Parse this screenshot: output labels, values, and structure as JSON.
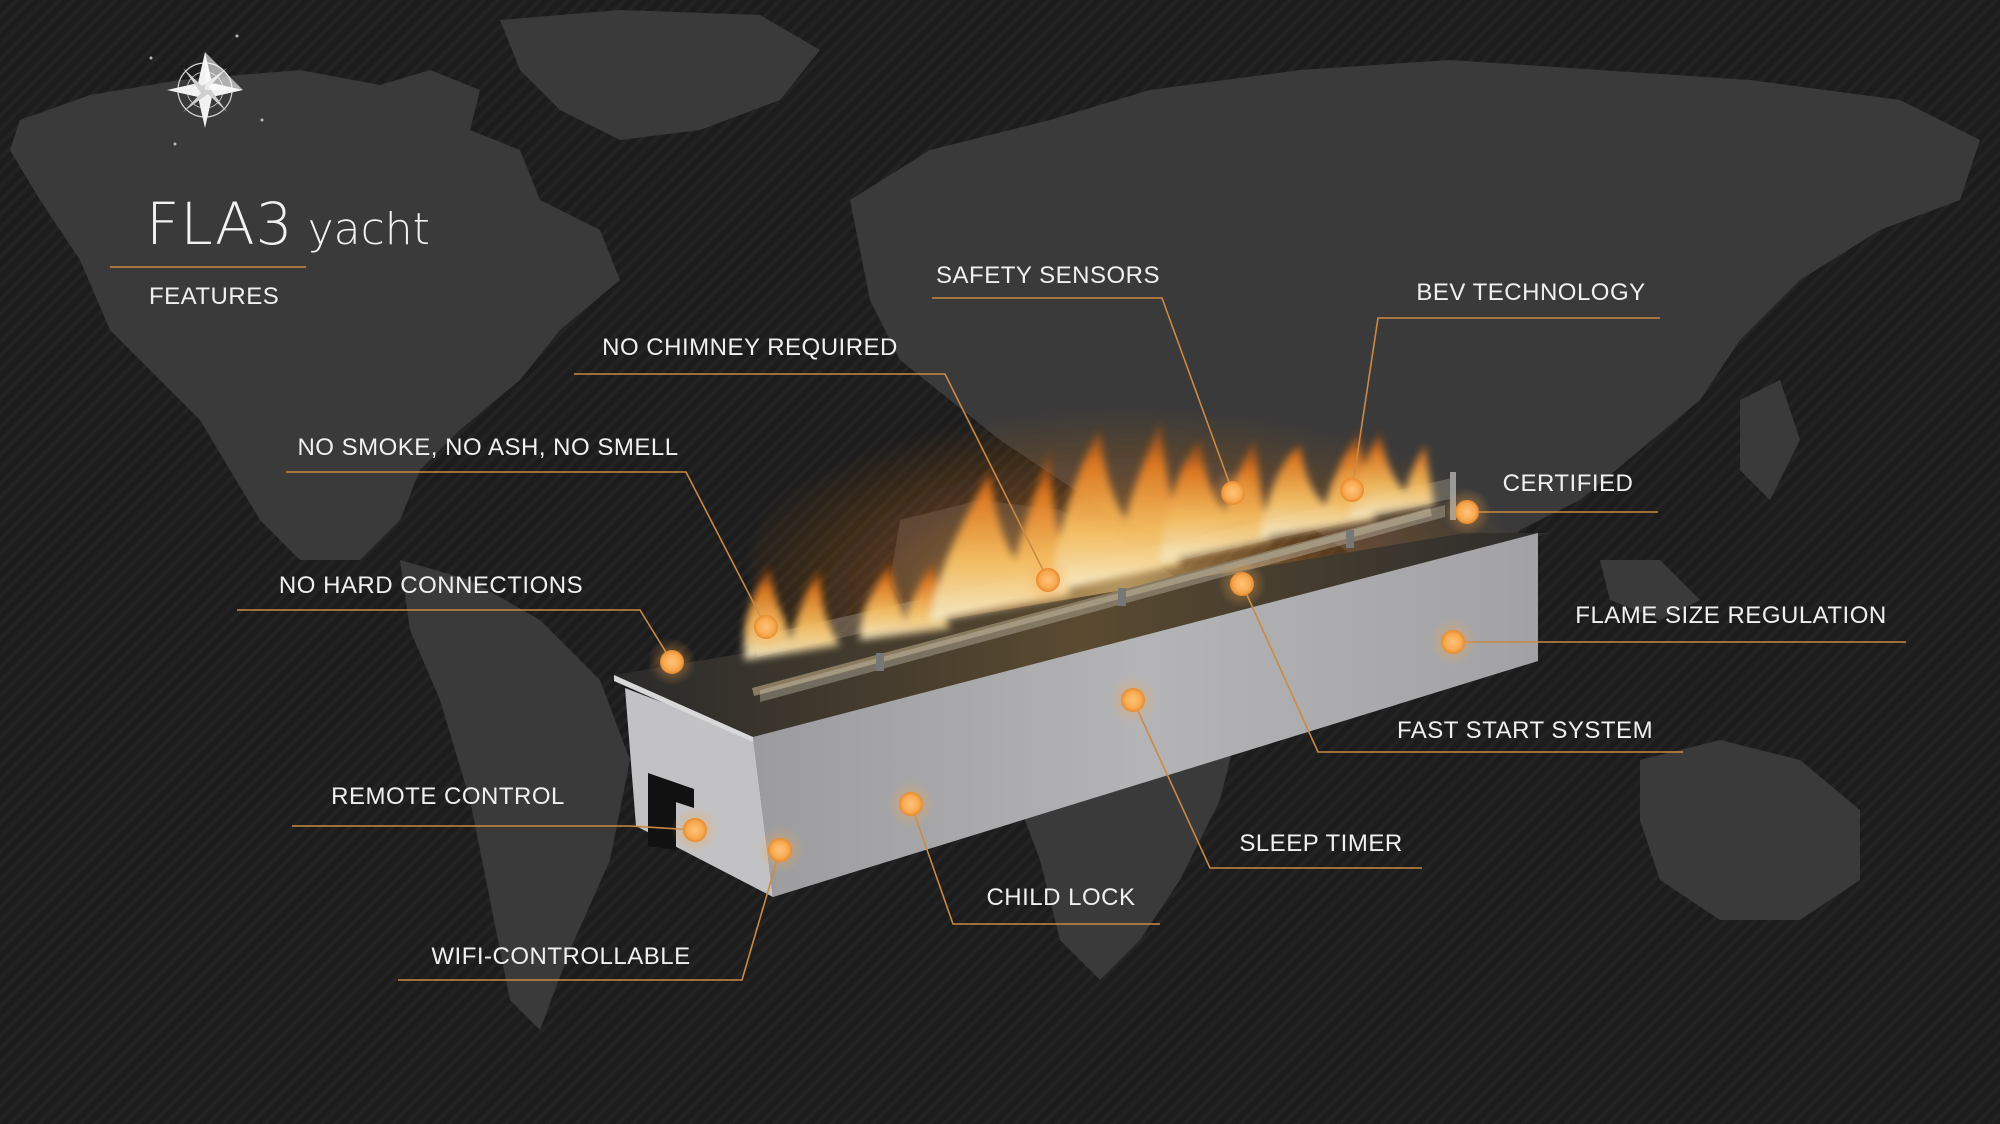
{
  "header": {
    "logo_icon": "compass-star-icon",
    "title": "FLA3",
    "title_suffix": "yacht",
    "subtitle": "FEATURES"
  },
  "colors": {
    "accent": "#f7a94f",
    "leader_line": "#c98a45",
    "background": "#1a1a1a",
    "map": "#3d3d3d",
    "steel": "#a9a9ab"
  },
  "features": [
    "SAFETY SENSORS",
    "BEV TECHNOLOGY",
    "NO CHIMNEY REQUIRED",
    "NO SMOKE, NO ASH, NO SMELL",
    "CERTIFIED",
    "NO HARD CONNECTIONS",
    "FLAME SIZE REGULATION",
    "FAST START SYSTEM",
    "REMOTE CONTROL",
    "SLEEP TIMER",
    "CHILD LOCK",
    "WIFI-CONTROLLABLE"
  ]
}
